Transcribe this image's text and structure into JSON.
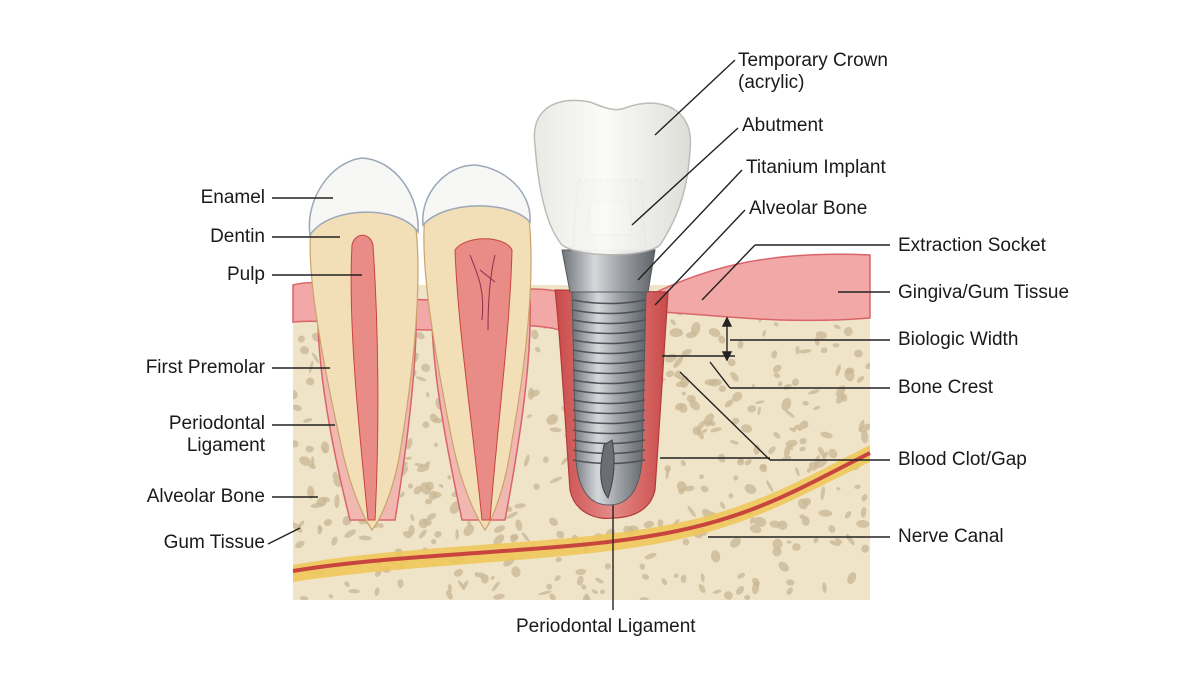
{
  "labels": {
    "enamel": "Enamel",
    "dentin": "Dentin",
    "pulp": "Pulp",
    "first_premolar": "First Premolar",
    "pdl_left_1": "Periodontal",
    "pdl_left_2": "Ligament",
    "alveolar_bone_left": "Alveolar Bone",
    "gum_tissue_left": "Gum Tissue",
    "temp_crown_1": "Temporary Crown",
    "temp_crown_2": "(acrylic)",
    "abutment": "Abutment",
    "titanium_implant": "Titanium Implant",
    "alveolar_bone_top": "Alveolar Bone",
    "extraction_socket": "Extraction Socket",
    "gingiva": "Gingiva/Gum Tissue",
    "biologic_width": "Biologic Width",
    "bone_crest": "Bone Crest",
    "blood_clot": "Blood Clot/Gap",
    "nerve_canal": "Nerve Canal",
    "pdl_bottom": "Periodontal Ligament"
  },
  "colors": {
    "bone": "#efe4c8",
    "bone_spot": "#c9b794",
    "gum": "#f2a8a6",
    "gum_dark": "#d9646a",
    "enamel": "#f7f7f5",
    "dentin": "#f3dfb7",
    "pulp": "#e98b86",
    "implant": "#9a9ea3",
    "nerve_red": "#c8453f",
    "nerve_yellow": "#eec65a",
    "line": "#222222"
  }
}
